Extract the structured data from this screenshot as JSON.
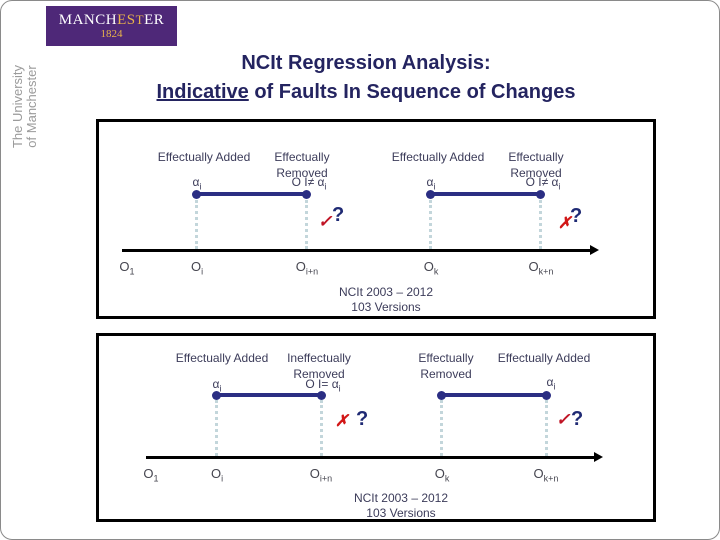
{
  "branding": {
    "logo": {
      "part_white1": "MANCH",
      "part_gold1": "ES",
      "part_gold2": "T",
      "part_white2": "ER",
      "year": "1824"
    },
    "side_text": {
      "line1": "The University",
      "line2": "of Manchester"
    }
  },
  "title": {
    "line1": "NCIt Regression Analysis:",
    "line2_underline": "Indicative",
    "line2_rest": " of Faults In Sequence of Changes"
  },
  "colors": {
    "accent_navy": "#2B2E83",
    "title_navy": "#242460",
    "verdict_red": "#C01425",
    "question_navy": "#1F2A74",
    "dotted_guide": "#C3D6DB",
    "logo_purple": "#4E2878",
    "logo_gold": "#E8B34A"
  },
  "diagram_top": {
    "segments": [
      {
        "left_label": "Effectually Added",
        "left_alpha_base": "α",
        "left_alpha_sub": "i",
        "right_label_line1": "Effectually",
        "right_label_line2": "Removed",
        "right_sub_pre": "O I≠ α",
        "right_sub_sub": "i",
        "verdict_mark": "✓",
        "question": "?"
      },
      {
        "left_label": "Effectually Added",
        "left_alpha_base": "α",
        "left_alpha_sub": "i",
        "right_label_line1": "Effectually",
        "right_label_line2": "Removed",
        "right_sub_pre": "O I≠ α",
        "right_sub_sub": "i",
        "verdict_mark": "✗",
        "question": "?"
      }
    ],
    "ticks": [
      {
        "base": "O",
        "sub": "1"
      },
      {
        "base": "O",
        "sub": "i"
      },
      {
        "base": "O",
        "sub": "i+n"
      },
      {
        "base": "O",
        "sub": "k"
      },
      {
        "base": "O",
        "sub": "k+n"
      }
    ],
    "caption_line1": "NCIt 2003 – 2012",
    "caption_line2": "103 Versions"
  },
  "diagram_bottom": {
    "segments": [
      {
        "left_label": "Effectually Added",
        "left_alpha_base": "α",
        "left_alpha_sub": "i",
        "right_label_line1": "Ineffectually",
        "right_label_line2": "Removed",
        "right_sub_pre": "O I= α",
        "right_sub_sub": "i",
        "verdict_mark": "✗",
        "question": "?"
      },
      {
        "left_label_line1": "Effectually",
        "left_label_line2": "Removed",
        "right_label": "Effectually Added",
        "right_alpha_base": "α",
        "right_alpha_sub": "i",
        "verdict_mark": "✓",
        "question": "?"
      }
    ],
    "ticks": [
      {
        "base": "O",
        "sub": "1"
      },
      {
        "base": "O",
        "sub": "i"
      },
      {
        "base": "O",
        "sub": "i+n"
      },
      {
        "base": "O",
        "sub": "k"
      },
      {
        "base": "O",
        "sub": "k+n"
      }
    ],
    "caption_line1": "NCIt 2003 – 2012",
    "caption_line2": "103 Versions"
  }
}
